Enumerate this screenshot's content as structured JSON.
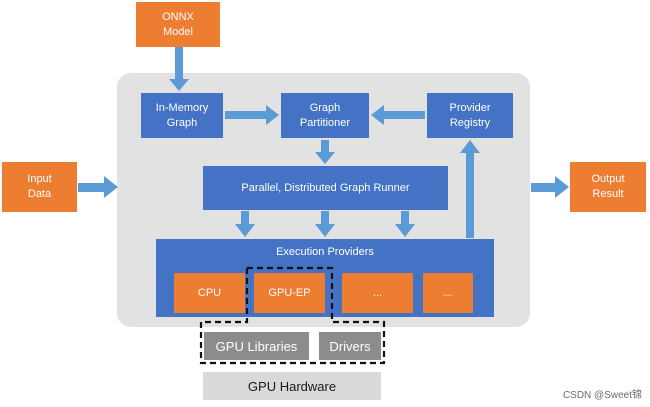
{
  "nodes": {
    "onnx_model": "ONNX\nModel",
    "input_data": "Input\nData",
    "output_result": "Output\nResult",
    "in_memory_graph": "In-Memory\nGraph",
    "graph_partitioner": "Graph\nPartitioner",
    "provider_registry": "Provider\nRegistry",
    "graph_runner": "Parallel, Distributed Graph Runner",
    "execution_providers": "Execution Providers",
    "cpu": "CPU",
    "gpu_ep": "GPU-EP",
    "ellipsis_1": "...",
    "ellipsis_2": "...",
    "gpu_libraries": "GPU Libraries",
    "drivers": "Drivers",
    "gpu_hardware": "GPU Hardware"
  },
  "watermark": "CSDN @Sweet锦",
  "colors": {
    "orange": "#ed7d31",
    "blue": "#4472c4",
    "arrow": "#5b9bd5",
    "container": "#e2e2e2",
    "grey": "#8c8c8c",
    "light_grey": "#d9d9d9"
  }
}
